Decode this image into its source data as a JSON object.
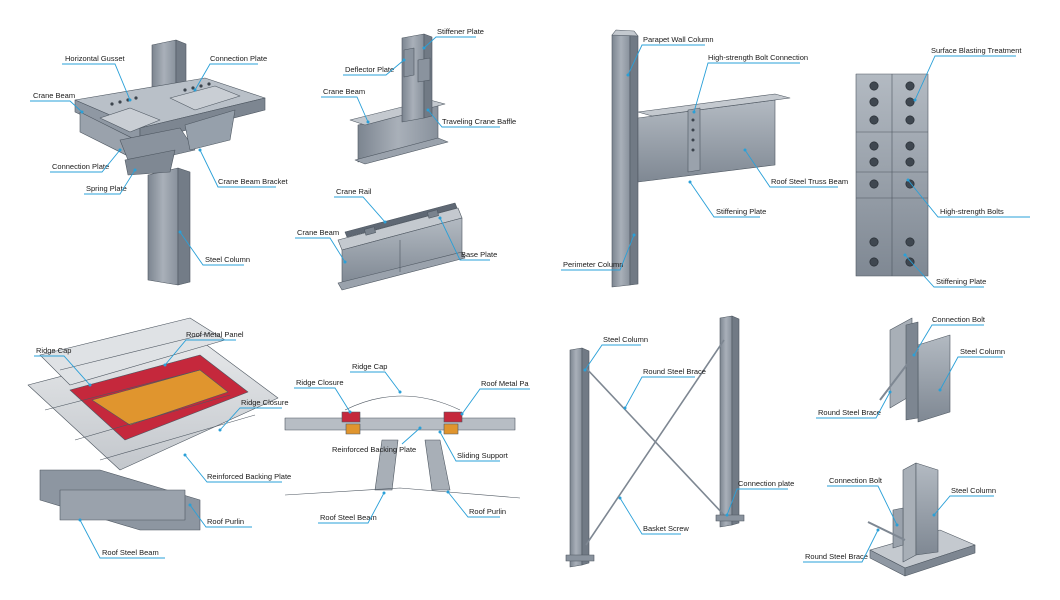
{
  "colors": {
    "steel_light": "#aeb5be",
    "steel_mid": "#8d96a1",
    "steel_dark": "#6c7580",
    "leader": "#2aa0d8",
    "panel": "#d7d9dc",
    "ridge_red": "#c5283c",
    "purlin_orange": "#e0952e",
    "text": "#1a1a1a"
  },
  "diagrams": {
    "crane_node": {
      "labels": {
        "horizontal_gusset": "Horizontal Gusset",
        "connection_plate_top": "Connection Plate",
        "crane_beam": "Crane Beam",
        "connection_plate_left": "Connection Plate",
        "spring_plate": "Spring Plate",
        "crane_beam_bracket": "Crane Beam Bracket",
        "steel_column": "Steel Column"
      }
    },
    "crane_baffle": {
      "labels": {
        "stiffener_plate": "Stiffener Plate",
        "deflector_plate": "Deflector Plate",
        "crane_beam": "Crane Beam",
        "traveling_crane_baffle": "Traveling Crane Baffle"
      }
    },
    "crane_rail": {
      "labels": {
        "crane_rail": "Crane Rail",
        "crane_beam": "Crane Beam",
        "base_plate": "Base Plate"
      }
    },
    "parapet_joint": {
      "labels": {
        "parapet_wall_column": "Parapet Wall Column",
        "high_strength_bolt_connection": "High-strength Bolt Connection",
        "roof_steel_truss_beam": "Roof Steel Truss Beam",
        "stiffening_plate": "Stiffening Plate",
        "perimeter_column": "Perimeter Column"
      }
    },
    "splice_plate": {
      "labels": {
        "surface_blasting_treatment": "Surface Blasting Treatment",
        "high_strength_bolts": "High-strength Bolts",
        "stiffening_plate": "Stiffening Plate"
      }
    },
    "roof_ridge_3d": {
      "labels": {
        "ridge_cap": "Ridge Cap",
        "roof_metal_panel": "Roof Metal Panel",
        "ridge_closure": "Ridge Closure",
        "reinforced_backing_plate": "Reinforced Backing Plate",
        "roof_purlin": "Roof Purlin",
        "roof_steel_beam": "Roof Steel Beam"
      }
    },
    "roof_ridge_section": {
      "labels": {
        "ridge_cap": "Ridge Cap",
        "ridge_closure": "Ridge Closure",
        "roof_metal_pa": "Roof Metal Pa",
        "reinforced_backing_plate": "Reinforced Backing Plate",
        "sliding_support": "Sliding Support",
        "roof_steel_beam": "Roof Steel Beam",
        "roof_purlin": "Roof Purlin"
      }
    },
    "x_bracing": {
      "labels": {
        "steel_column": "Steel Column",
        "round_steel_brace": "Round Steel Brace",
        "connection_plate": "Connection plate",
        "basket_screw": "Basket Screw"
      }
    },
    "brace_node_top": {
      "labels": {
        "connection_bolt": "Connection Bolt",
        "steel_column": "Steel Column",
        "round_steel_brace": "Round Steel Brace"
      }
    },
    "brace_node_base": {
      "labels": {
        "connection_bolt": "Connection Bolt",
        "steel_column": "Steel Column",
        "round_steel_brace": "Round Steel Brace"
      }
    }
  }
}
